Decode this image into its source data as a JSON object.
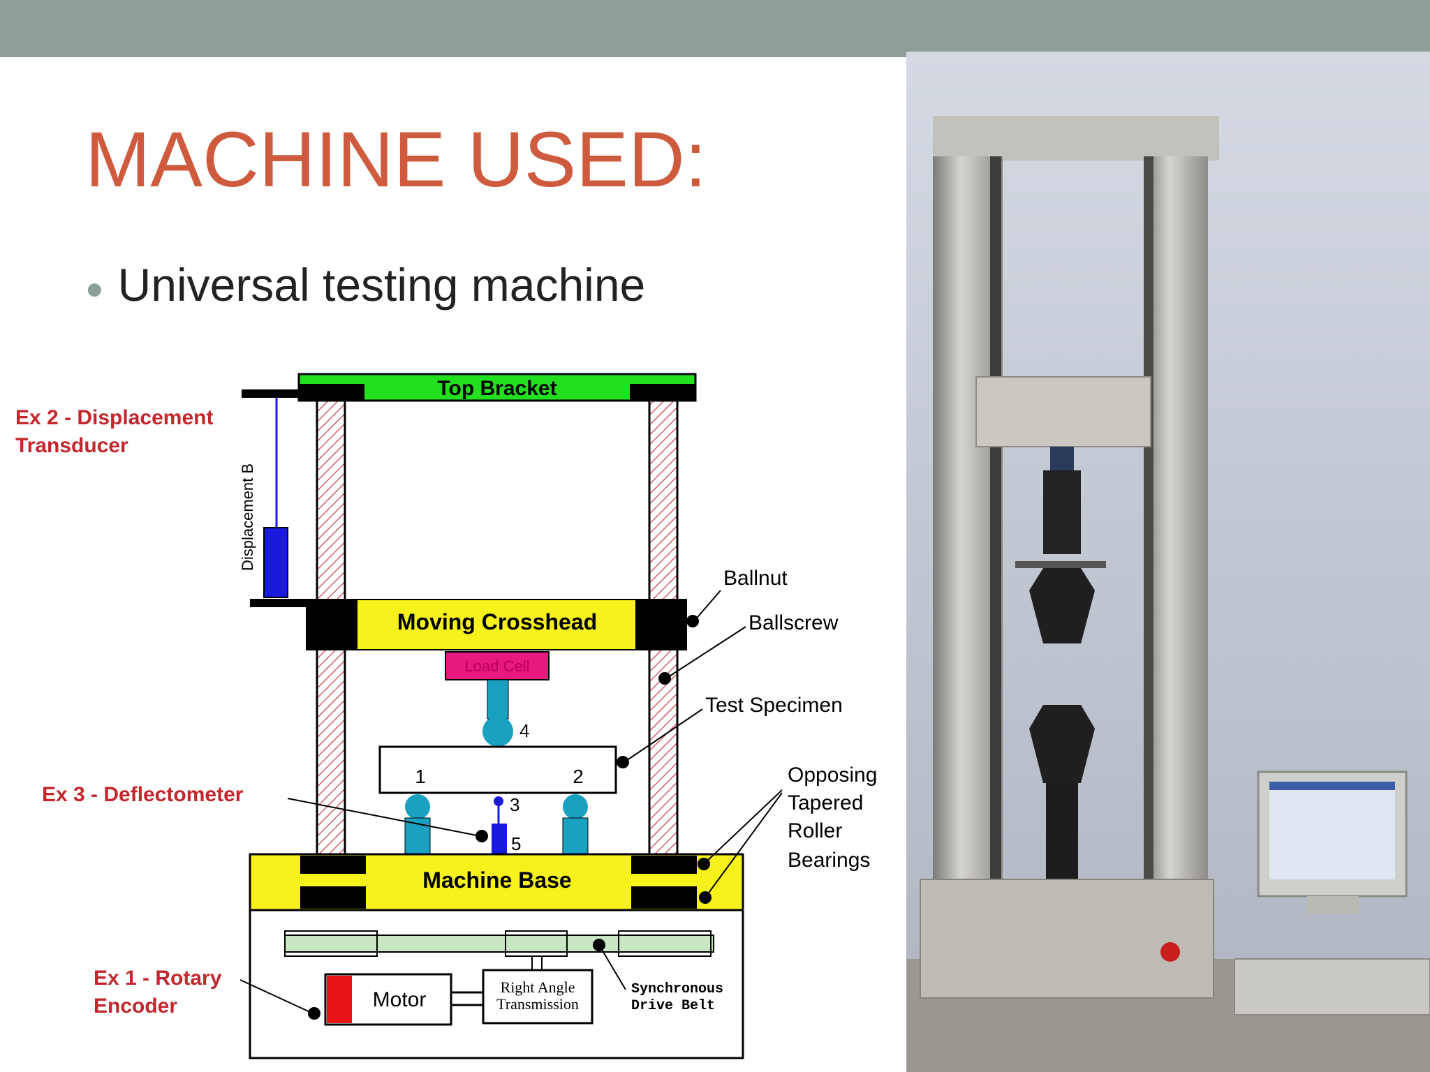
{
  "slide": {
    "title": "MACHINE USED:",
    "bullet": "Universal testing machine"
  },
  "diagram": {
    "top_bracket": "Top Bracket",
    "moving_crosshead": "Moving Crosshead",
    "load_cell": "Load Cell",
    "machine_base": "Machine Base",
    "motor": "Motor",
    "transmission_line1": "Right Angle",
    "transmission_line2": "Transmission",
    "belt_line1": "Synchronous",
    "belt_line2": "Drive Belt",
    "displacement_b": "Displacement B",
    "ex2_line1": "Ex 2 - Displacement",
    "ex2_line2": "Transducer",
    "ex3": "Ex 3 - Deflectometer",
    "ex1_line1": "Ex 1 - Rotary",
    "ex1_line2": "Encoder",
    "ballnut": "Ballnut",
    "ballscrew": "Ballscrew",
    "test_specimen": "Test Specimen",
    "bearings_line1": "Opposing",
    "bearings_line2": "Tapered",
    "bearings_line3": "Roller",
    "bearings_line4": "Bearings",
    "point_1": "1",
    "point_2": "2",
    "point_3": "3",
    "point_4": "4",
    "point_5": "5"
  },
  "colors": {
    "title": "#cf5b3f",
    "header_bar": "#8f9e96",
    "bracket_green": "#22e01f",
    "crosshead_yellow": "#f7f21c",
    "load_cell_pink": "#e8197d",
    "roller_teal": "#1aa0c0",
    "transducer_blue": "#1a1adc",
    "callout_red": "#c1272d"
  }
}
